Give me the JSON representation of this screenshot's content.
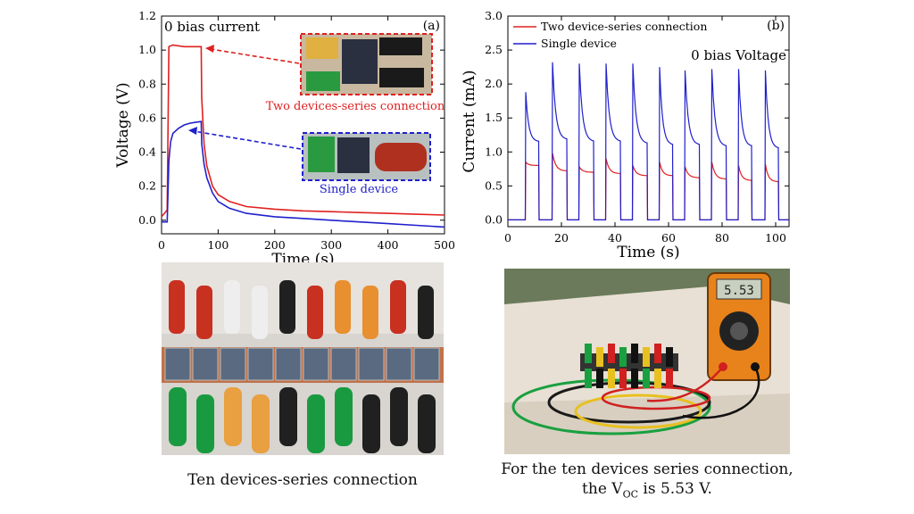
{
  "chart_data": [
    {
      "type": "line",
      "panel_tag": "(a)",
      "annotation": "0 bias current",
      "xlabel": "Time (s)",
      "ylabel": "Voltage (V)",
      "xlim": [
        0,
        500
      ],
      "ylim": [
        -0.08,
        1.2
      ],
      "xticks": [
        0,
        100,
        200,
        300,
        400,
        500
      ],
      "yticks": [
        0.0,
        0.2,
        0.4,
        0.6,
        0.8,
        1.0,
        1.2
      ],
      "series": [
        {
          "name": "Two devices-series connection",
          "color": "#e02020",
          "x": [
            0,
            5,
            10,
            13,
            20,
            40,
            60,
            70,
            71,
            75,
            80,
            90,
            100,
            120,
            150,
            200,
            250,
            300,
            350,
            400,
            450,
            500
          ],
          "y": [
            0.02,
            0.04,
            0.06,
            1.02,
            1.03,
            1.02,
            1.02,
            1.02,
            0.72,
            0.45,
            0.32,
            0.2,
            0.15,
            0.11,
            0.08,
            0.065,
            0.055,
            0.05,
            0.045,
            0.04,
            0.035,
            0.03
          ]
        },
        {
          "name": "Single device",
          "color": "#2020cc",
          "x": [
            0,
            5,
            10,
            13,
            16,
            20,
            30,
            40,
            50,
            60,
            70,
            71,
            75,
            80,
            90,
            100,
            120,
            150,
            200,
            250,
            300,
            350,
            400,
            450,
            500
          ],
          "y": [
            -0.01,
            -0.01,
            -0.01,
            0.35,
            0.46,
            0.51,
            0.54,
            0.56,
            0.57,
            0.575,
            0.58,
            0.45,
            0.33,
            0.25,
            0.16,
            0.11,
            0.07,
            0.04,
            0.02,
            0.01,
            0.0,
            -0.01,
            -0.02,
            -0.03,
            -0.04
          ]
        }
      ],
      "insets": [
        {
          "label": "Two devices-series connection",
          "border": "#e02020"
        },
        {
          "label": "Single device",
          "border": "#2020cc"
        }
      ]
    },
    {
      "type": "line",
      "panel_tag": "(b)",
      "annotation": "0 bias Voltage",
      "xlabel": "Time (s)",
      "ylabel": "Current (mA)",
      "xlim": [
        0,
        105
      ],
      "ylim": [
        -0.1,
        3.0
      ],
      "xticks": [
        0,
        20,
        40,
        60,
        80,
        100
      ],
      "yticks": [
        0.0,
        0.5,
        1.0,
        1.5,
        2.0,
        2.5,
        3.0
      ],
      "legend": "top-left",
      "series": [
        {
          "name": "Two device-series connection",
          "color": "#e02020",
          "pulse_on": [
            6.5,
            16.5,
            26.5,
            36.5,
            46.5,
            56.5,
            66,
            76,
            86,
            96
          ],
          "pulse_off": [
            11.5,
            22,
            32,
            42,
            52,
            61.5,
            71.5,
            81.5,
            91,
            101
          ],
          "pulse_peak": [
            0.85,
            0.98,
            0.78,
            0.9,
            0.8,
            0.85,
            0.78,
            0.85,
            0.8,
            0.82
          ],
          "pulse_plateau": [
            0.8,
            0.72,
            0.7,
            0.68,
            0.65,
            0.65,
            0.62,
            0.6,
            0.58,
            0.56
          ]
        },
        {
          "name": "Single device",
          "color": "#2020cc",
          "pulse_on": [
            6.5,
            16.5,
            26.5,
            36.5,
            46.5,
            56.5,
            66,
            76,
            86,
            96
          ],
          "pulse_off": [
            11.5,
            22,
            32,
            42,
            52,
            61.5,
            71.5,
            81.5,
            91,
            101
          ],
          "pulse_peak": [
            1.88,
            2.32,
            2.3,
            2.3,
            2.3,
            2.25,
            2.2,
            2.22,
            2.22,
            2.2
          ],
          "pulse_plateau": [
            1.15,
            1.18,
            1.15,
            1.15,
            1.12,
            1.1,
            1.1,
            1.08,
            1.08,
            1.05
          ]
        }
      ]
    }
  ],
  "photos": {
    "left_caption": "Ten devices-series connection",
    "right_caption_line1": "For the ten devices series connection,",
    "right_caption_line2_prefix": "the V",
    "right_caption_sub": "OC",
    "right_caption_line2_suffix": " is 5.53 V.",
    "multimeter_reading": "5.53"
  }
}
